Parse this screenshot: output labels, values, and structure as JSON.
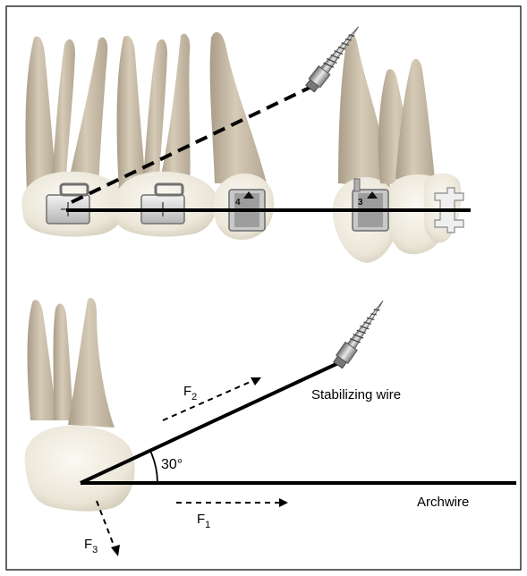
{
  "top_panel": {
    "bracket_labels": [
      "4",
      "3"
    ]
  },
  "bottom_panel": {
    "angle_label": "30°",
    "stabilizing_wire_label": "Stabilizing wire",
    "archwire_label": "Archwire",
    "forces": [
      {
        "base": "F",
        "sub": "1"
      },
      {
        "base": "F",
        "sub": "2"
      },
      {
        "base": "F",
        "sub": "3"
      }
    ]
  },
  "colors": {
    "tooth_root": "#c9bca6",
    "tooth_crown": "#eee9dc",
    "wire": "#000000",
    "bracket": "#9a9a9a",
    "frame": "#000000"
  },
  "icons": [
    "molar-tooth",
    "premolar-tooth",
    "canine-tooth",
    "bracket",
    "molar-tube",
    "mini-screw",
    "dashed-arrow"
  ]
}
